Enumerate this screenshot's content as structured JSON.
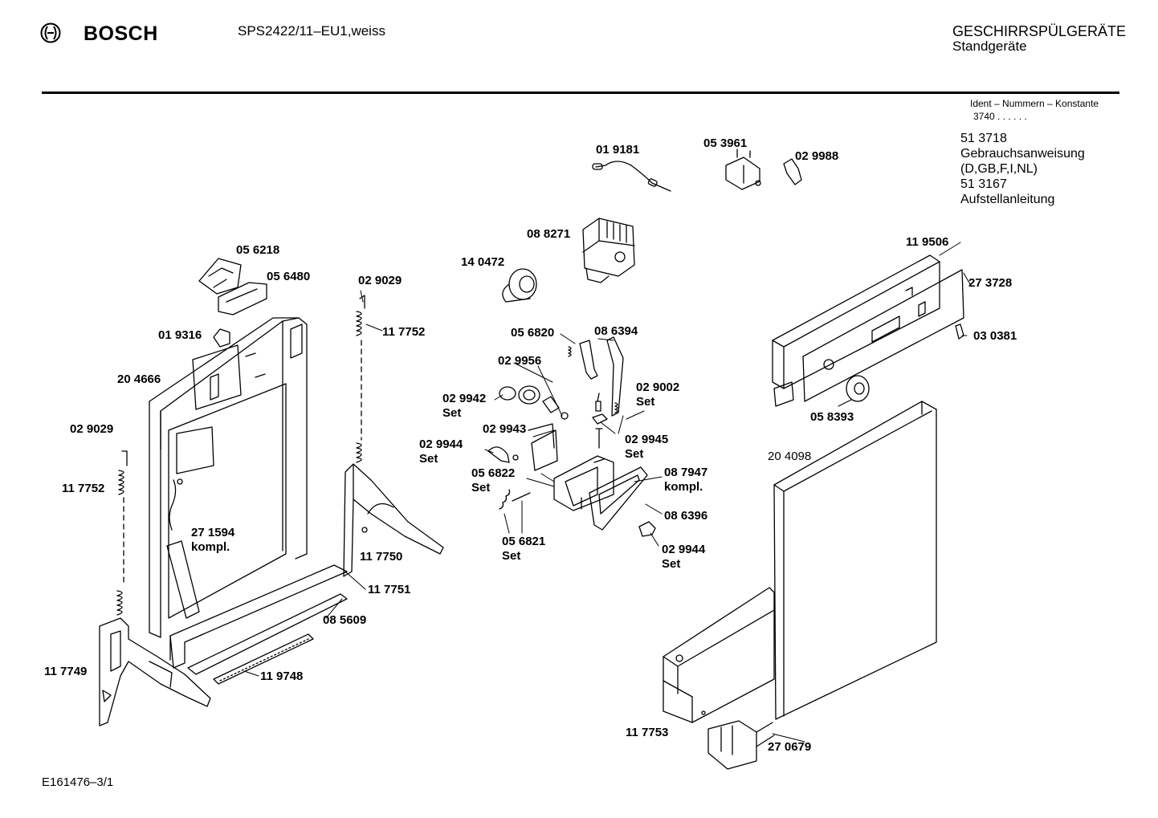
{
  "header": {
    "brand": "BOSCH",
    "model": "SPS2422/11–EU1,weiss",
    "category": "GESCHIRRSPÜLGERÄTE",
    "subcategory": "Standgeräte"
  },
  "ident": {
    "title": "Ident – Nummern – Konstante",
    "number": "3740  .  .  .  .  .  ."
  },
  "documents": [
    "51 3718",
    "Gebrauchsanweisung",
    "(D,GB,F,I,NL)",
    "51 3167",
    "Aufstellanleitung"
  ],
  "footer": "E161476–3/1",
  "parts": [
    {
      "line1": "01 9181",
      "line2": ""
    },
    {
      "line1": "05 3961",
      "line2": ""
    },
    {
      "line1": "02 9988",
      "line2": ""
    },
    {
      "line1": "08 8271",
      "line2": ""
    },
    {
      "line1": "14 0472",
      "line2": ""
    },
    {
      "line1": "05 6218",
      "line2": ""
    },
    {
      "line1": "05 6480",
      "line2": ""
    },
    {
      "line1": "02 9029",
      "line2": ""
    },
    {
      "line1": "11 7752",
      "line2": ""
    },
    {
      "line1": "01 9316",
      "line2": ""
    },
    {
      "line1": "20 4666",
      "line2": ""
    },
    {
      "line1": "02 9029",
      "line2": ""
    },
    {
      "line1": "11 7752",
      "line2": ""
    },
    {
      "line1": "27 1594",
      "line2": "kompl."
    },
    {
      "line1": "11 7750",
      "line2": ""
    },
    {
      "line1": "11 7751",
      "line2": ""
    },
    {
      "line1": "08 5609",
      "line2": ""
    },
    {
      "line1": "11 7749",
      "line2": ""
    },
    {
      "line1": "11 9748",
      "line2": ""
    },
    {
      "line1": "05 6820",
      "line2": ""
    },
    {
      "line1": "08 6394",
      "line2": ""
    },
    {
      "line1": "02 9956",
      "line2": ""
    },
    {
      "line1": "02 9942",
      "line2": "Set"
    },
    {
      "line1": "02 9002",
      "line2": "Set"
    },
    {
      "line1": "02 9943",
      "line2": ""
    },
    {
      "line1": "02 9945",
      "line2": "Set"
    },
    {
      "line1": "02 9944",
      "line2": "Set"
    },
    {
      "line1": "05 6822",
      "line2": "Set"
    },
    {
      "line1": "08 7947",
      "line2": "kompl."
    },
    {
      "line1": "08 6396",
      "line2": ""
    },
    {
      "line1": "05 6821",
      "line2": "Set"
    },
    {
      "line1": "02 9944",
      "line2": "Set"
    },
    {
      "line1": "11 9506",
      "line2": ""
    },
    {
      "line1": "27 3728",
      "line2": ""
    },
    {
      "line1": "03 0381",
      "line2": ""
    },
    {
      "line1": "05 8393",
      "line2": ""
    },
    {
      "line1": "20 4098",
      "line2": ""
    },
    {
      "line1": "11 7753",
      "line2": ""
    },
    {
      "line1": "27 0679",
      "line2": ""
    }
  ]
}
